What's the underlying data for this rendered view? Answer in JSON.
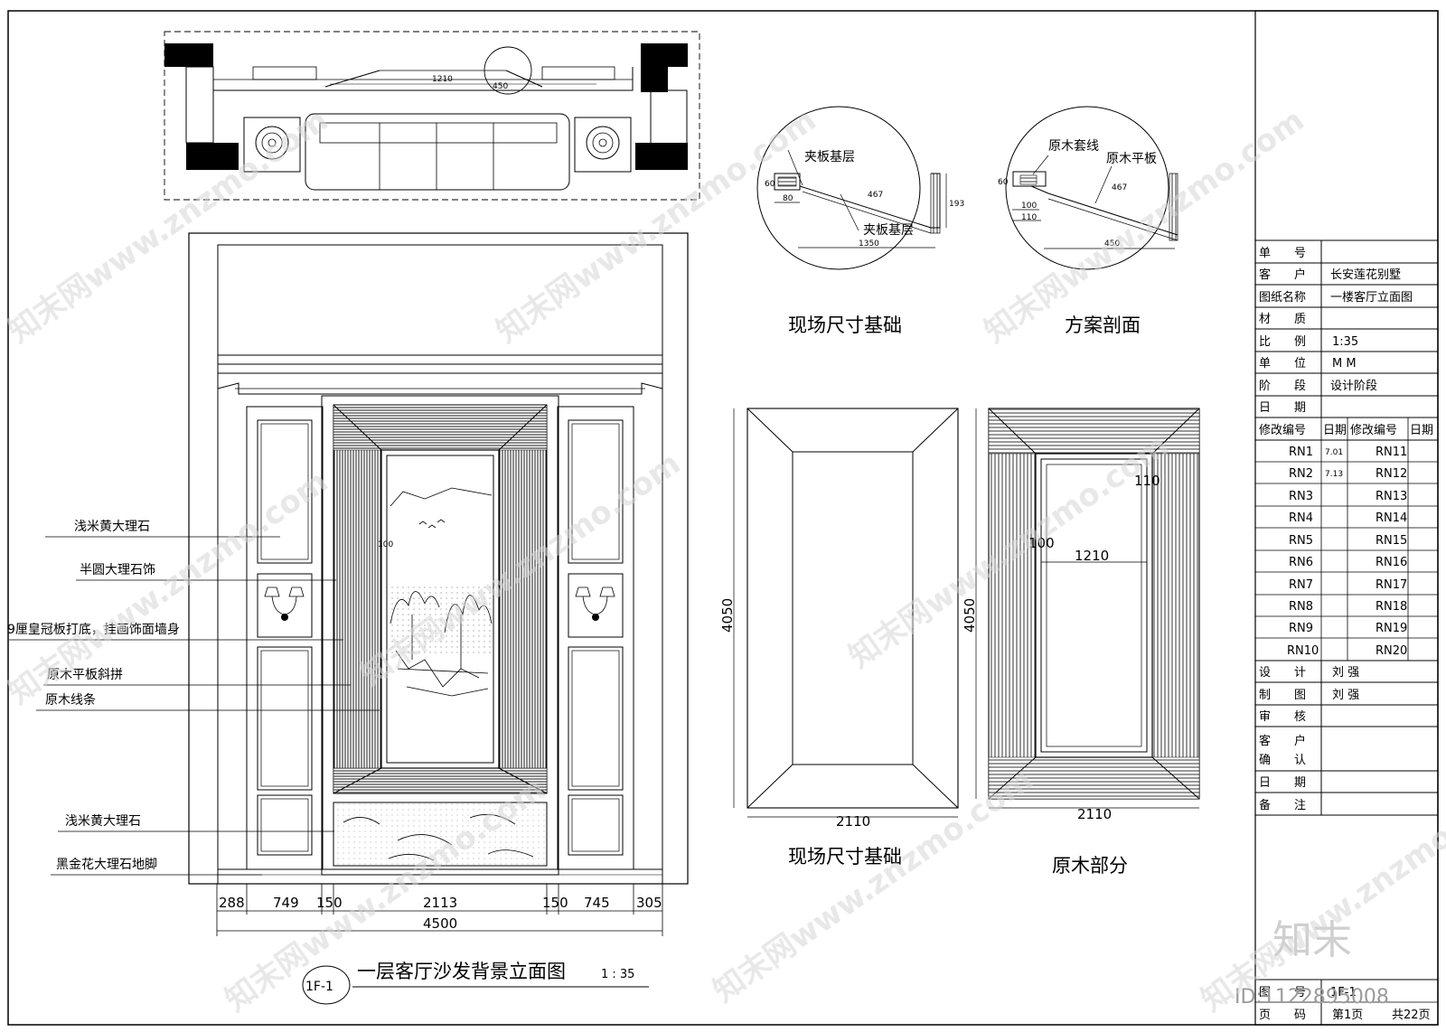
{
  "plan": {
    "dim_1210": "1210",
    "dim_450": "450"
  },
  "elevation": {
    "title": "一层客厅沙发背景立面图",
    "scale": "1 : 35",
    "tag": "1F-1",
    "label_100": "100",
    "callouts": [
      "浅米黄大理石",
      "半圆大理石饰",
      "9厘皇冠板打底，挂画饰面墙身",
      "原木平板斜拼",
      "原木线条",
      "浅米黄大理石",
      "黑金花大理石地脚"
    ],
    "bottom_dims": [
      "288",
      "749",
      "150",
      "2113",
      "150",
      "745",
      "305"
    ],
    "total_width": "4500"
  },
  "detail_site": {
    "label_top": "夹板基层",
    "label_bottom": "夹板基层",
    "dims": [
      "60",
      "80",
      "467",
      "193",
      "1350"
    ],
    "caption": "现场尺寸基础"
  },
  "detail_plan": {
    "label_1": "原木套线",
    "label_2": "原木平板",
    "dims": [
      "60",
      "100",
      "110",
      "467",
      "450"
    ],
    "caption": "方案剖面"
  },
  "panel_left": {
    "height": "4050",
    "width": "2110",
    "caption": "现场尺寸基础"
  },
  "panel_right": {
    "height": "4050",
    "width": "2110",
    "dim_110": "110",
    "dim_100": "100",
    "dim_1210": "1210",
    "caption": "原木部分"
  },
  "title_block": {
    "rows": [
      {
        "label": "单　　号",
        "value": ""
      },
      {
        "label": "客　　户",
        "value": "长安莲花别墅"
      },
      {
        "label": "图纸名称",
        "value": "一楼客厅立面图"
      },
      {
        "label": "材　　质",
        "value": ""
      },
      {
        "label": "比　　例",
        "value": "1:35"
      },
      {
        "label": "单　　位",
        "value": "M M"
      },
      {
        "label": "阶　　段",
        "value": "设计阶段"
      },
      {
        "label": "日　　期",
        "value": ""
      }
    ],
    "revision_headers": [
      "修改编号",
      "日期",
      "修改编号",
      "日期"
    ],
    "revisions": [
      {
        "a": "RN1",
        "ad": "7.01",
        "b": "RN11"
      },
      {
        "a": "RN2",
        "ad": "7.13",
        "b": "RN12"
      },
      {
        "a": "RN3",
        "ad": "",
        "b": "RN13"
      },
      {
        "a": "RN4",
        "ad": "",
        "b": "RN14"
      },
      {
        "a": "RN5",
        "ad": "",
        "b": "RN15"
      },
      {
        "a": "RN6",
        "ad": "",
        "b": "RN16"
      },
      {
        "a": "RN7",
        "ad": "",
        "b": "RN17"
      },
      {
        "a": "RN8",
        "ad": "",
        "b": "RN18"
      },
      {
        "a": "RN9",
        "ad": "",
        "b": "RN19"
      },
      {
        "a": "RN10",
        "ad": "",
        "b": "RN20"
      }
    ],
    "staff": [
      {
        "label": "设　　计",
        "value": "刘 强"
      },
      {
        "label": "制　　图",
        "value": "刘 强"
      },
      {
        "label": "审　　核",
        "value": ""
      }
    ],
    "confirm_1": "客　　户",
    "confirm_2": "确　　认",
    "date_label": "日　　期",
    "note_label": "备　　注",
    "fig_no_label": "图　　号",
    "fig_no_value": "1F-1",
    "page_label": "页　　码",
    "page_value": "第1页",
    "total_pages": "共22页"
  },
  "watermark": {
    "brand": "知末",
    "id": "ID:1122895008",
    "repeat_text": "知末网www.znzmo.com"
  }
}
